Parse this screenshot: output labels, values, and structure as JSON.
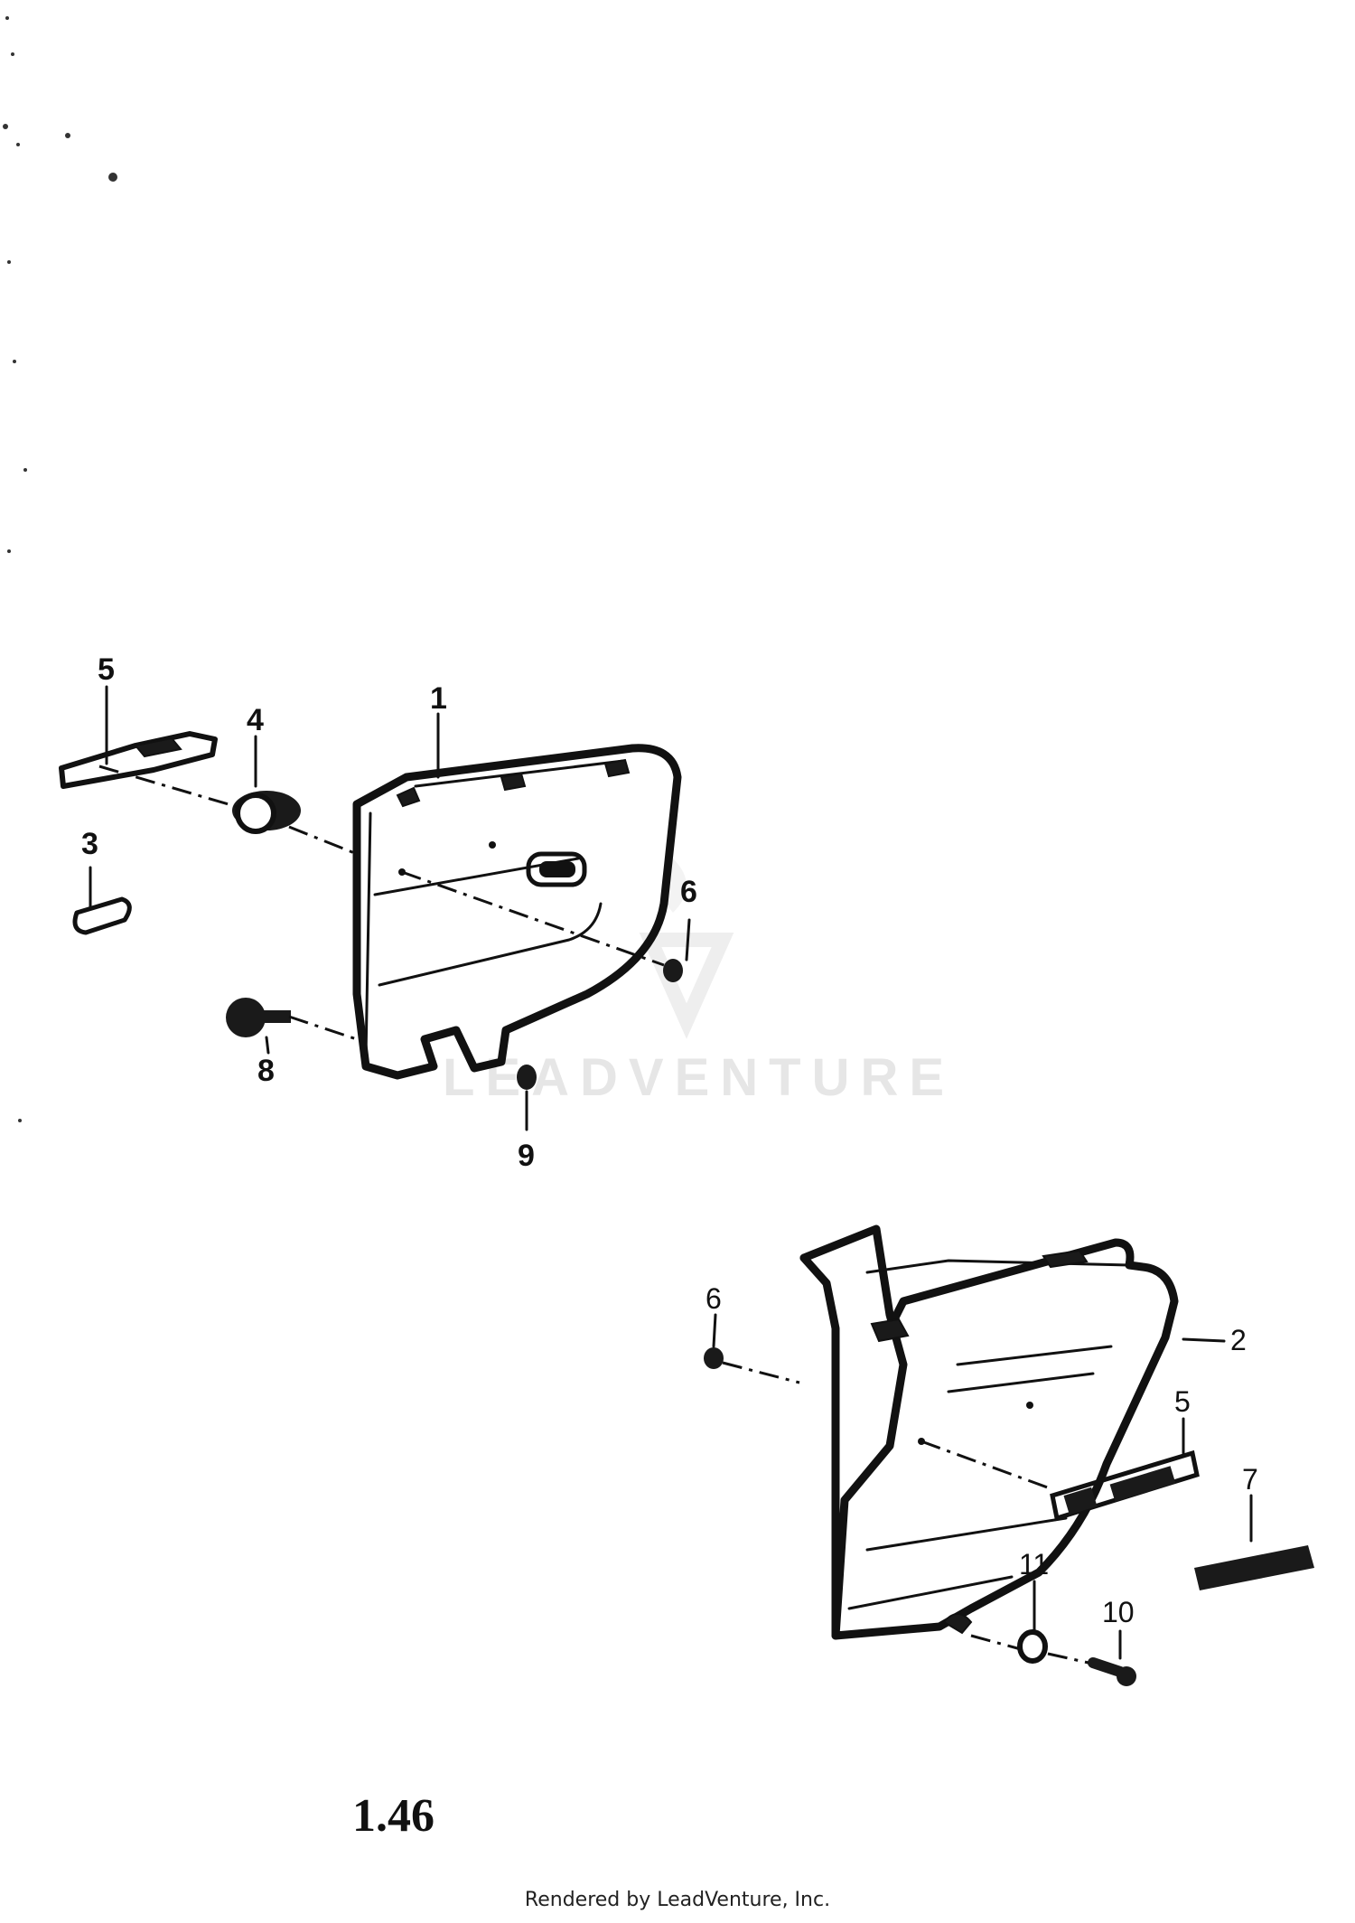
{
  "page_number": "1.46",
  "footer": "Rendered by LeadVenture, Inc.",
  "watermark": "LEADVENTURE",
  "callouts": {
    "c1": "1",
    "c2": "2",
    "c3": "3",
    "c4": "4",
    "c5_upper": "5",
    "c5_lower": "5",
    "c6_upper": "6",
    "c6_lower": "6",
    "c7": "7",
    "c8": "8",
    "c9": "9",
    "c10": "10",
    "c11": "11"
  }
}
